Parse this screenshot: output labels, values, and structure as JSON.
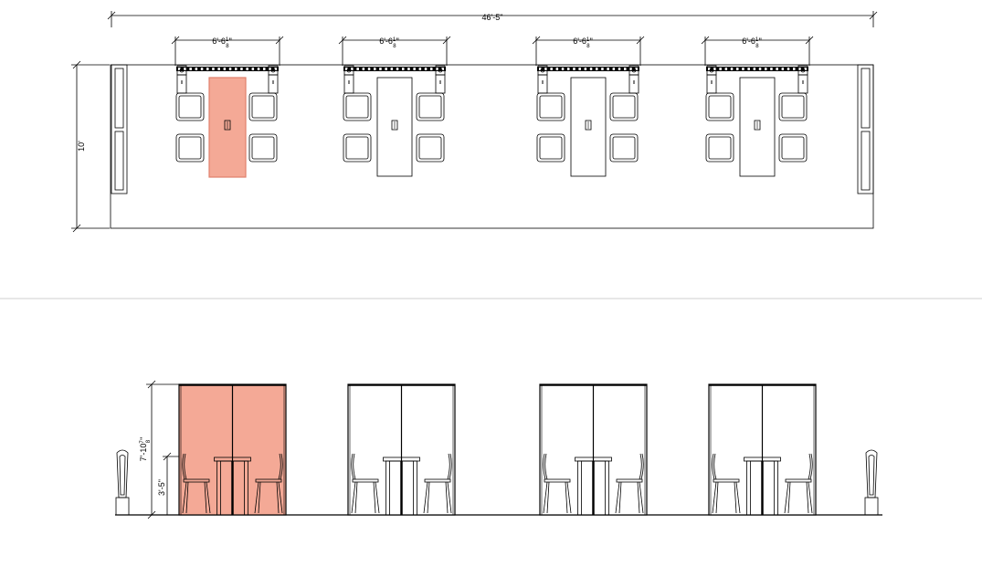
{
  "drawing": {
    "overall_width_label": "46'-5\"",
    "depth_label": "10'",
    "module_width_label": {
      "main": "6'-6",
      "num": "1",
      "den": "8",
      "suffix": "\""
    },
    "elevation_height_label": {
      "main": "7'-10",
      "num": "7",
      "den": "8",
      "suffix": "\""
    },
    "elevation_lower_label": "3'-5\"",
    "highlight_color": "#f4a996",
    "highlight_stroke": "#e0806c",
    "line_color": "#000000",
    "highlighted_module": 1,
    "module_count": 4
  }
}
